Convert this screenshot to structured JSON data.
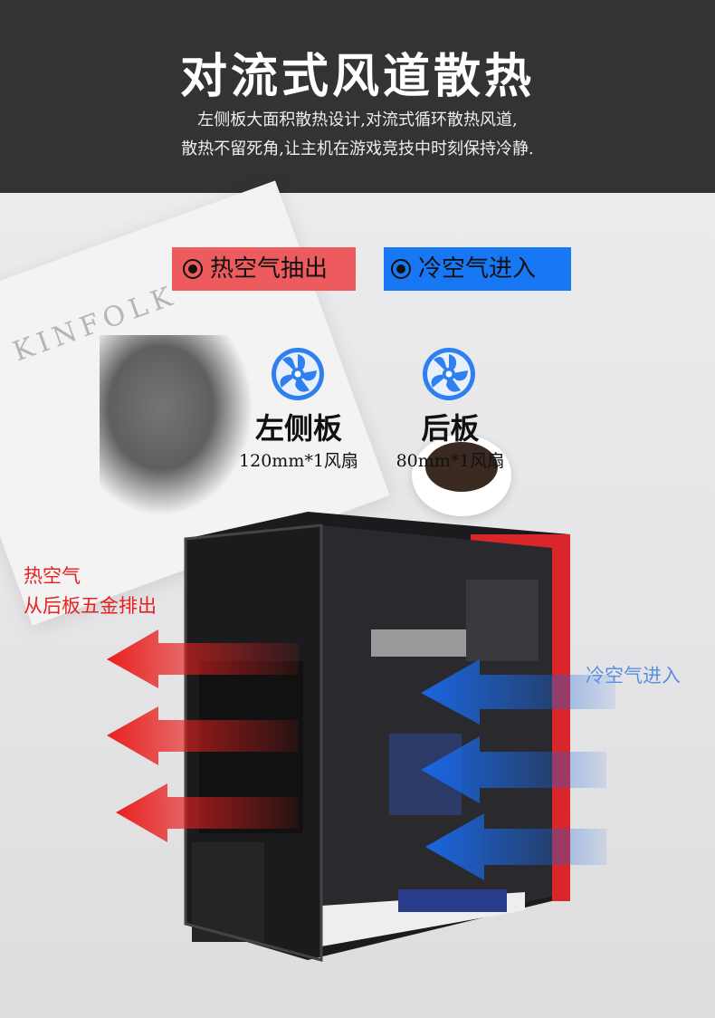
{
  "header": {
    "title": "对流式风道散热",
    "subtitle_lines": [
      "左侧板大面积散热设计,对流式循环散热风道,",
      "散热不留死角,让主机在游戏竞技中时刻保持冷静."
    ]
  },
  "background": {
    "magazine_text": "KINFOLK"
  },
  "legend": {
    "hot": {
      "label": "热空气抽出",
      "color": "#ee5b5e"
    },
    "cold": {
      "label": "冷空气进入",
      "color": "#1877f2"
    }
  },
  "fans": [
    {
      "position": "左侧板",
      "spec": "120mm*1风扇",
      "icon": "fan-icon"
    },
    {
      "position": "后板",
      "spec": "80mm*1风扇",
      "icon": "fan-icon"
    }
  ],
  "annotations": {
    "hot_air_lines": [
      "热空气",
      "从后板五金排出"
    ],
    "cold_air": "冷空气进入"
  },
  "colors": {
    "hot_arrow": "#e8201f",
    "cold_arrow": "#1a66e0",
    "header_bg": "#333333"
  }
}
